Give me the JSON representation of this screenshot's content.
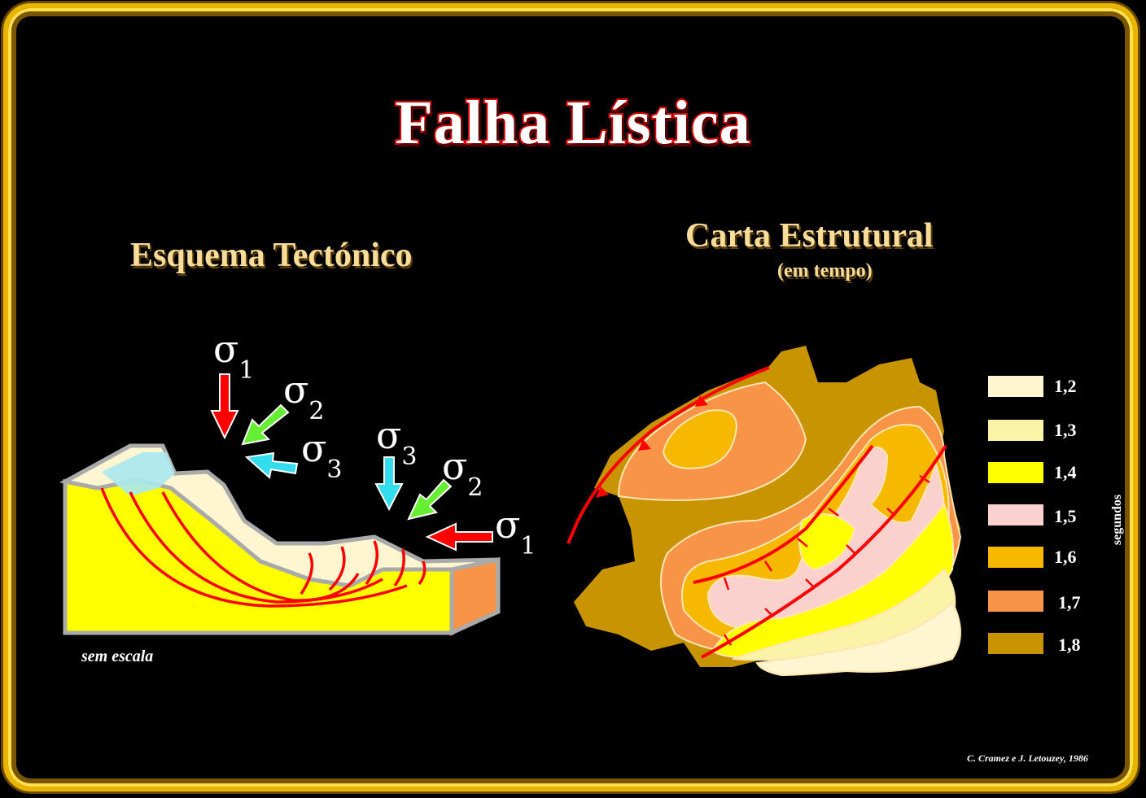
{
  "title": "Falha Lística",
  "left_heading": "Esquema Tectónico",
  "right_heading": "Carta Estrutural",
  "right_subheading": "(em tempo)",
  "scale_note": "sem escala",
  "credit": "C. Cramez e J. Letouzey, 1986",
  "legend_axis": "segundos",
  "sigma_symbol": "σ",
  "stress_labels": [
    "1",
    "2",
    "3",
    "3",
    "2",
    "1"
  ],
  "legend": [
    {
      "label": "1,2",
      "color": "#fdf6d0"
    },
    {
      "label": "1,3",
      "color": "#fbf3a8"
    },
    {
      "label": "1,4",
      "color": "#ffff00"
    },
    {
      "label": "1,5",
      "color": "#fad1cc"
    },
    {
      "label": "1,6",
      "color": "#f7b800"
    },
    {
      "label": "1,7",
      "color": "#f79447"
    },
    {
      "label": "1,8",
      "color": "#c99402"
    }
  ],
  "colors": {
    "frame": "#e8b400",
    "title_outline": "#e00000",
    "heading": "#f7dc9a",
    "fault": "#ff0000",
    "arrow_red": "#ff0000",
    "arrow_green": "#66ee33",
    "arrow_cyan": "#33ddee"
  }
}
